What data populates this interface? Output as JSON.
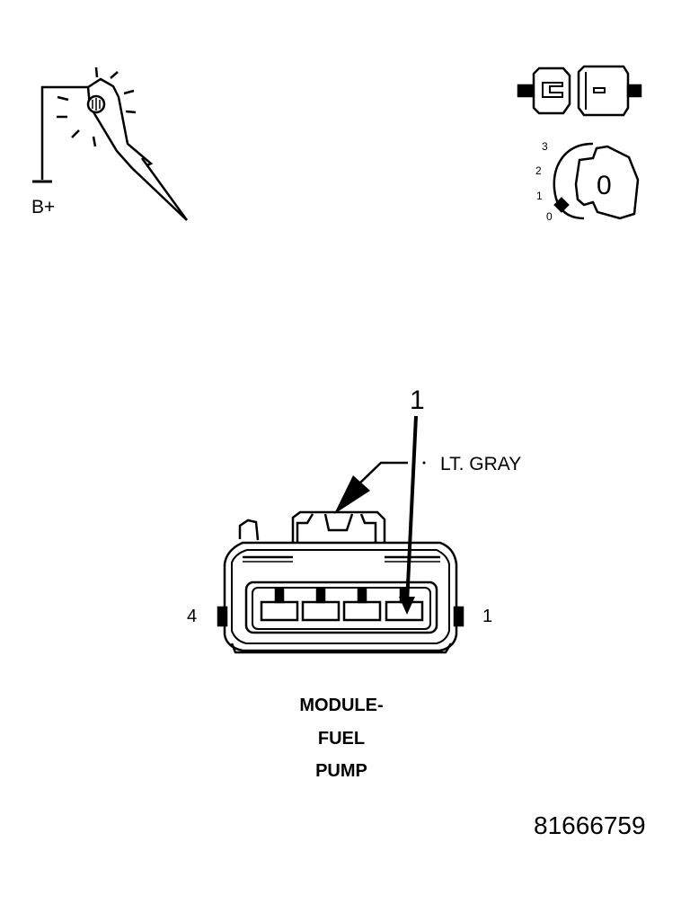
{
  "probe": {
    "supply_label": "B+"
  },
  "ignition": {
    "positions": [
      "3",
      "2",
      "1",
      "0"
    ],
    "key_position": "0"
  },
  "connector": {
    "pin_callout": "1",
    "wire_color": "LT. GRAY",
    "pin_left_label": "4",
    "pin_right_label": "1"
  },
  "caption": {
    "lines": [
      "MODULE-",
      "FUEL",
      "PUMP"
    ]
  },
  "figure_id": "81666759"
}
